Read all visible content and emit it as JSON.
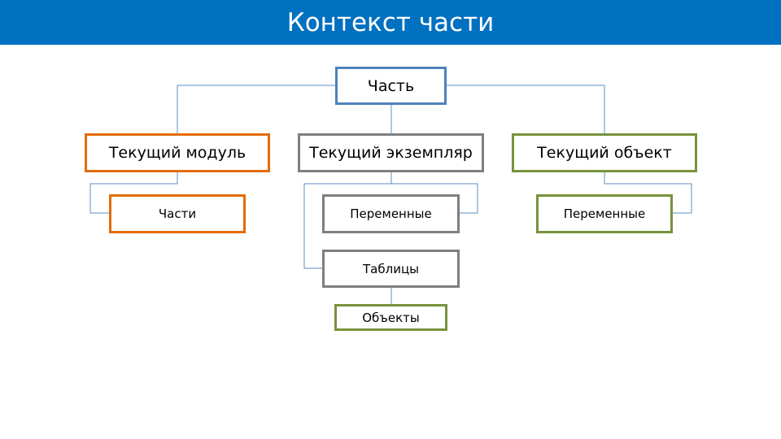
{
  "slide": {
    "title": "Контекст части"
  },
  "diagram": {
    "root": {
      "label": "Часть"
    },
    "branches": [
      {
        "label": "Текущий модуль",
        "color": "#e36c09",
        "children": [
          {
            "label": "Части"
          }
        ]
      },
      {
        "label": "Текущий экземпляр",
        "color": "#7f7f7f",
        "children": [
          {
            "label": "Переменные"
          },
          {
            "label": "Таблицы",
            "children": [
              {
                "label": "Объекты"
              }
            ]
          }
        ]
      },
      {
        "label": "Текущий объект",
        "color": "#77933c",
        "children": [
          {
            "label": "Переменные"
          }
        ]
      }
    ],
    "colors": {
      "header": "#0070c0",
      "root_border": "#4f81bd",
      "connector": "#5b8fc6"
    }
  }
}
